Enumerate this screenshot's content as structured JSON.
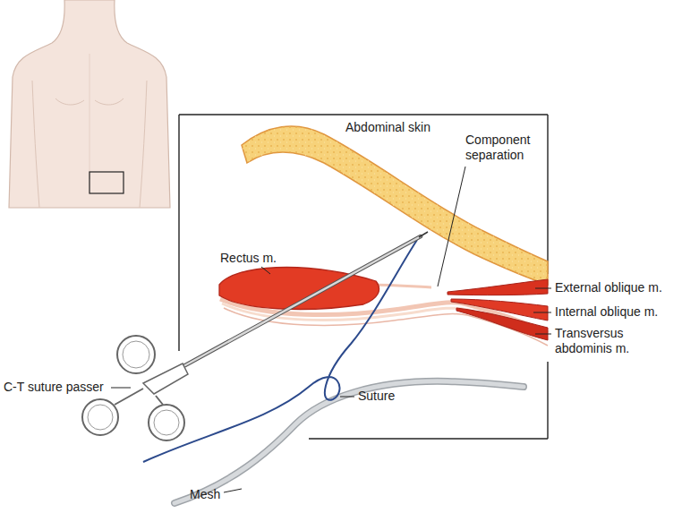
{
  "diagram": {
    "labels": [
      "Abdominal skin",
      "Component separation",
      "Rectus m.",
      "External oblique m.",
      "Internal oblique m.",
      "Transversus abdominis m.",
      "C-T suture passer",
      "Suture",
      "Mesh"
    ]
  }
}
